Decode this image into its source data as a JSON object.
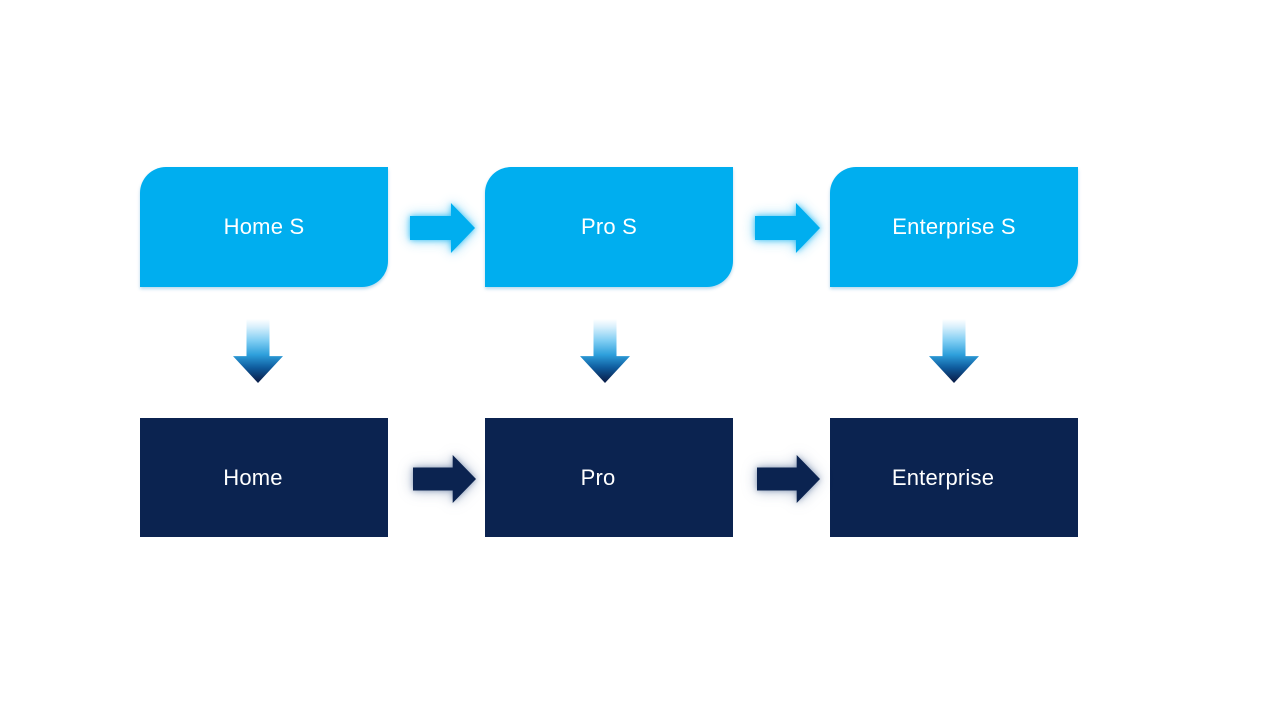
{
  "diagram": {
    "type": "two-tier-flow",
    "background": "#ffffff",
    "colors": {
      "top_box_fill": "#00aeef",
      "bottom_box_fill": "#0b2350",
      "label_text": "#ffffff",
      "top_arrow_fill": "#00aeef",
      "bottom_arrow_fill": "#0b2350",
      "down_arrow_gradient": [
        "#ffffff",
        "#7fcdf3",
        "#2d9fdb",
        "#0b2350"
      ]
    },
    "columns": [
      {
        "top": {
          "label": "Home S"
        },
        "bottom": {
          "label": "Home"
        }
      },
      {
        "top": {
          "label": "Pro S"
        },
        "bottom": {
          "label": "Pro"
        }
      },
      {
        "top": {
          "label": "Enterprise S"
        },
        "bottom": {
          "label": "Enterprise"
        }
      }
    ],
    "connectors": {
      "horizontal_top": [
        "Home S -> Pro S",
        "Pro S -> Enterprise S"
      ],
      "horizontal_bottom": [
        "Home -> Pro",
        "Pro -> Enterprise"
      ],
      "vertical": [
        "Home S -> Home",
        "Pro S -> Pro",
        "Enterprise S -> Enterprise"
      ]
    },
    "icons": {
      "horizontal_connector": "right-arrow-icon",
      "vertical_connector": "down-arrow-icon"
    }
  }
}
